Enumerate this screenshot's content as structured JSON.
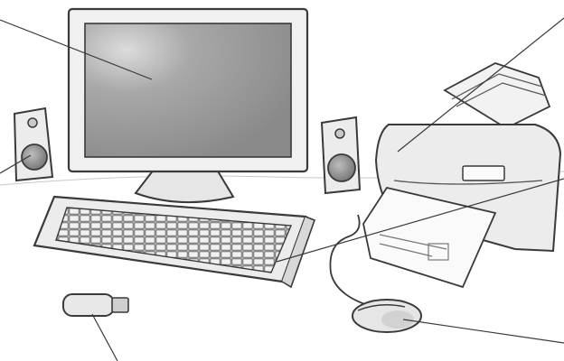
{
  "figure": {
    "style": "grayscale line drawing",
    "components": [
      {
        "key": "monitor",
        "icon": "monitor-icon"
      },
      {
        "key": "speaker-left",
        "icon": "speaker-icon"
      },
      {
        "key": "speaker-right",
        "icon": "speaker-icon"
      },
      {
        "key": "keyboard",
        "icon": "keyboard-icon"
      },
      {
        "key": "printer",
        "icon": "printer-icon"
      },
      {
        "key": "usb-drive",
        "icon": "usb-drive-icon"
      },
      {
        "key": "mouse",
        "icon": "mouse-icon"
      }
    ],
    "leader_line_count": 6,
    "label_text": []
  },
  "colors": {
    "background": "#ffffff",
    "stroke": "#3a3a3a",
    "device_fill": "#eeeeee",
    "screen_fill": "#9a9a9a",
    "speaker_cone": "#8a8a8a",
    "paper": "#fafafa"
  }
}
